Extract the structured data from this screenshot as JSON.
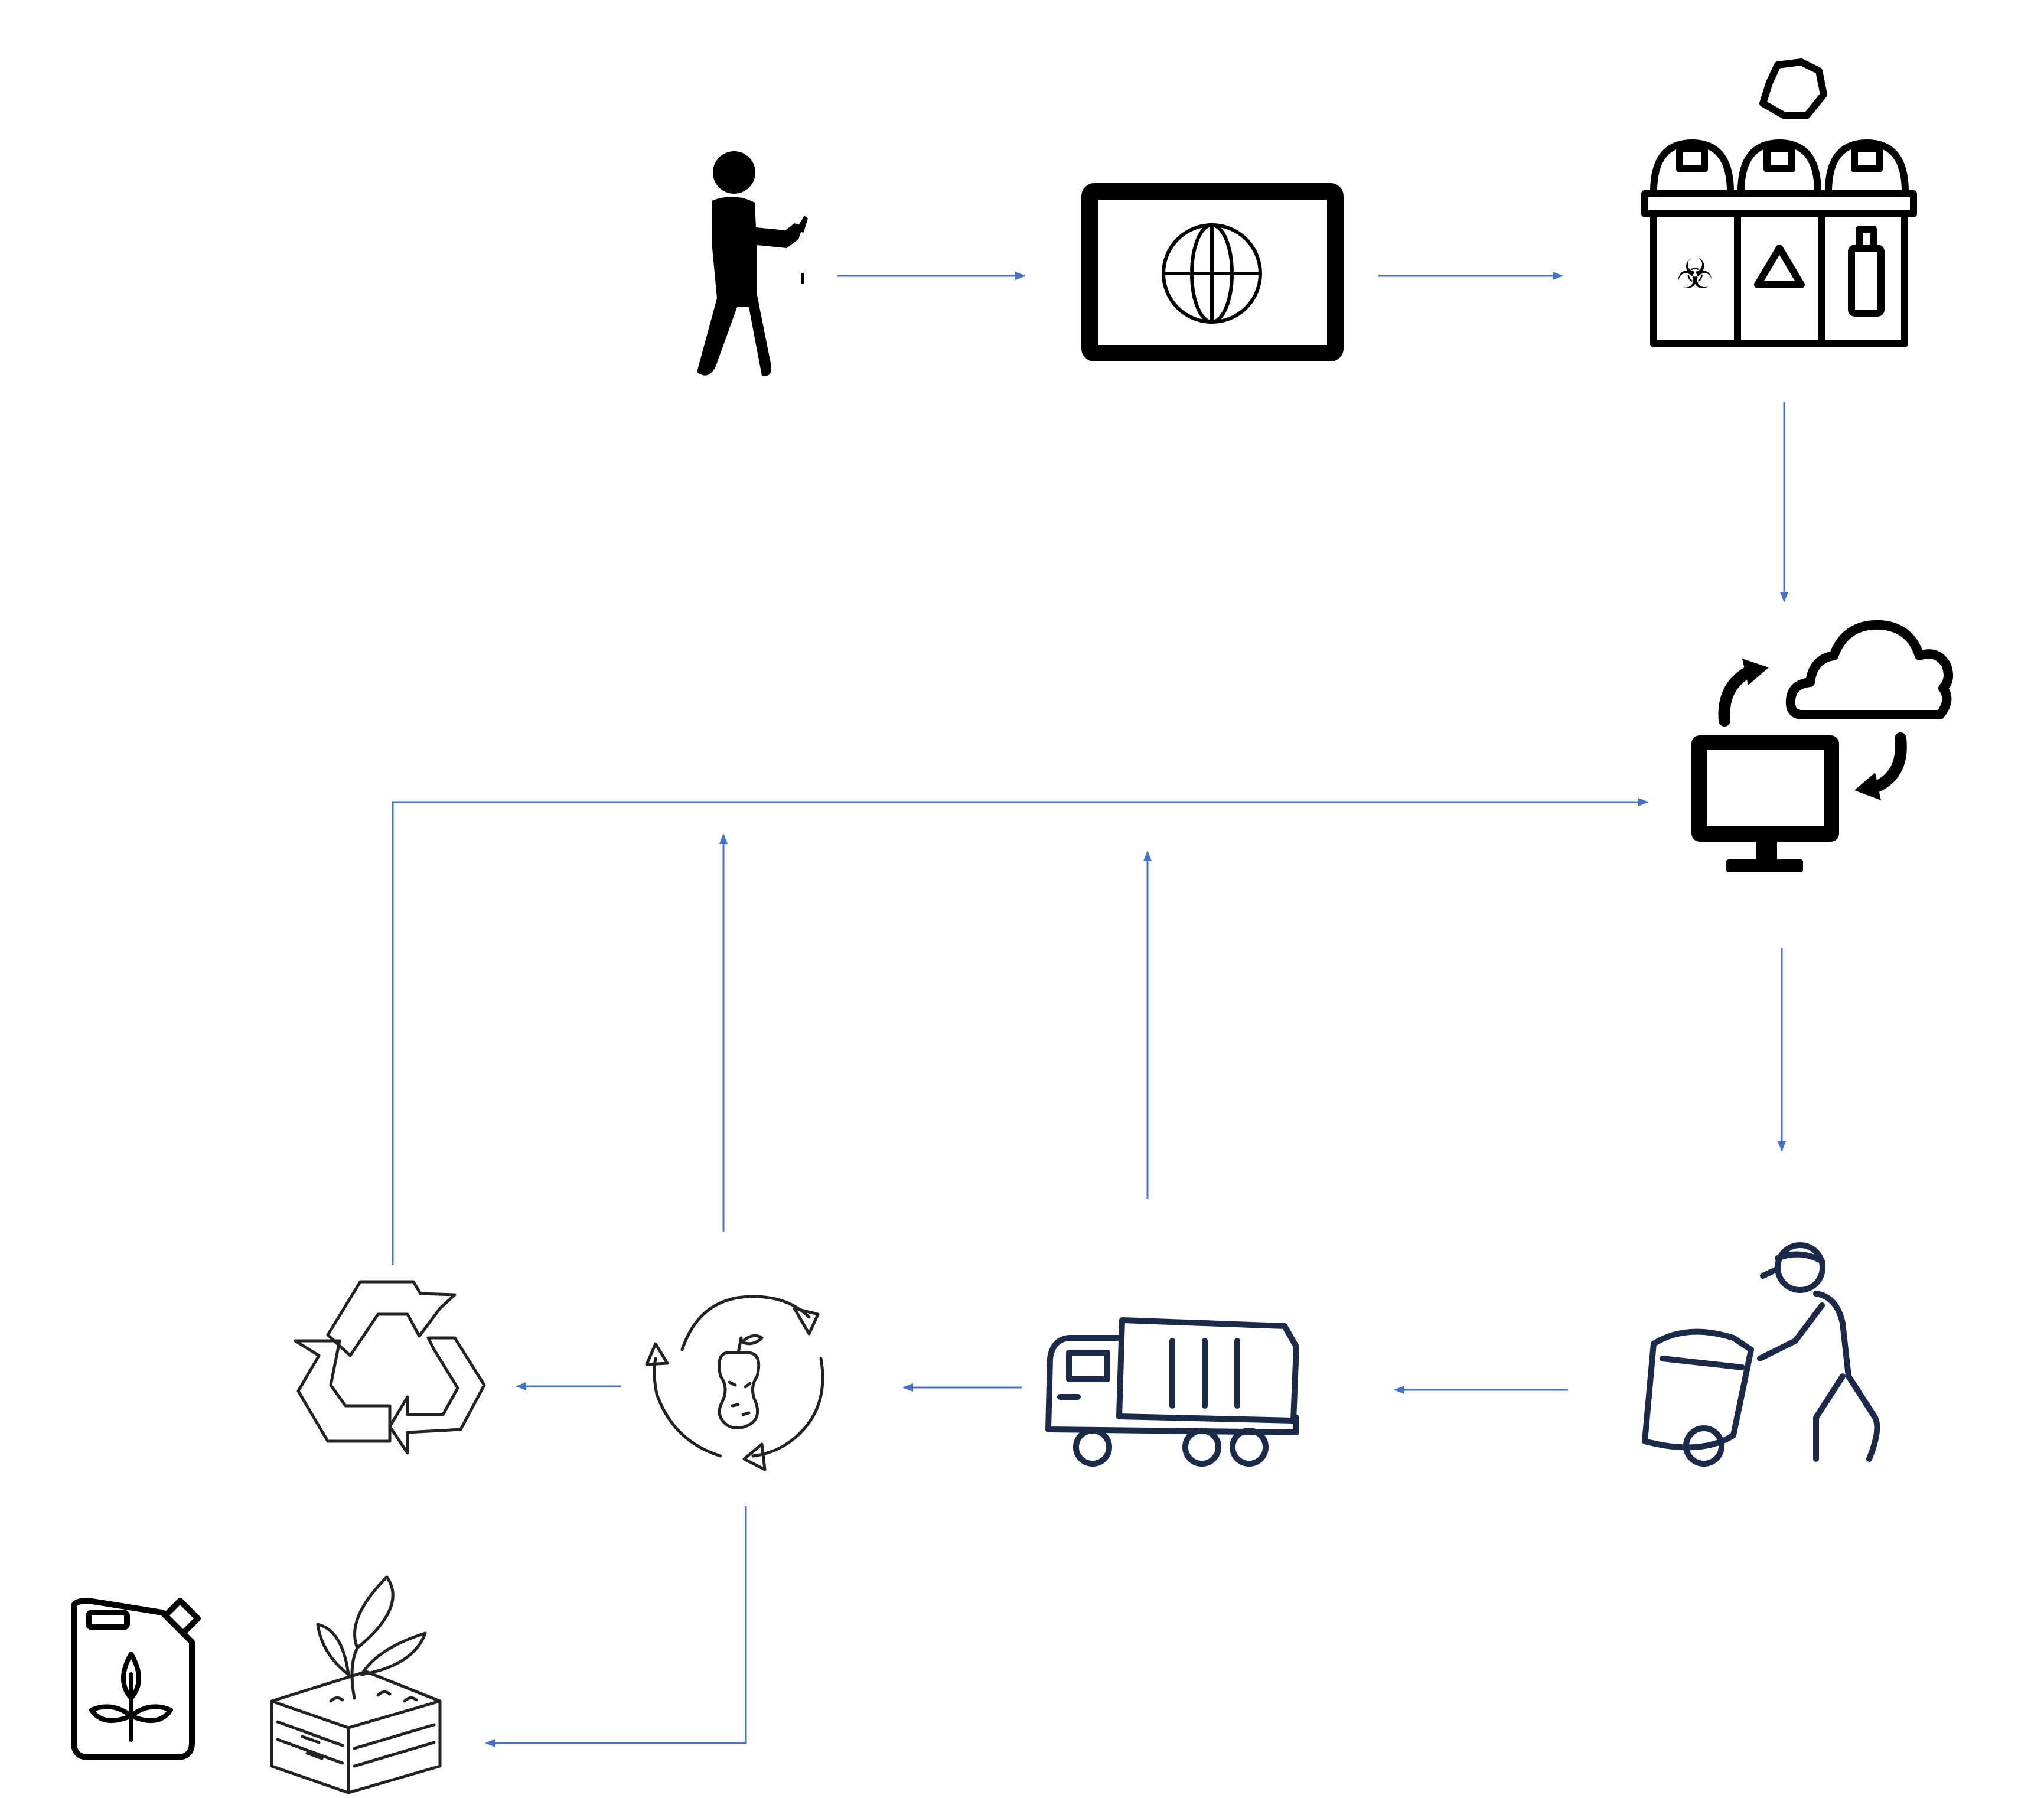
{
  "diagram": {
    "colors": {
      "connector": "#4472c4",
      "icon": "#000000",
      "icon_navy": "#1b2a48"
    },
    "nodes": [
      {
        "id": "person-dropping-waste",
        "icon": "person-icon"
      },
      {
        "id": "web-portal",
        "icon": "globe-screen-icon"
      },
      {
        "id": "segregated-bins",
        "icon": "waste-bins-icon"
      },
      {
        "id": "cloud-computer",
        "icon": "cloud-sync-computer-icon"
      },
      {
        "id": "waste-collector",
        "icon": "worker-with-bin-icon"
      },
      {
        "id": "garbage-truck",
        "icon": "truck-icon"
      },
      {
        "id": "organic-processing",
        "icon": "apple-core-cycle-icon"
      },
      {
        "id": "recycling",
        "icon": "recycle-icon"
      },
      {
        "id": "compost-soil",
        "icon": "soil-sprout-icon"
      },
      {
        "id": "bio-fuel",
        "icon": "fuel-can-leaf-icon"
      }
    ],
    "edges": [
      {
        "from": "person-dropping-waste",
        "to": "web-portal"
      },
      {
        "from": "web-portal",
        "to": "segregated-bins"
      },
      {
        "from": "segregated-bins",
        "to": "cloud-computer"
      },
      {
        "from": "cloud-computer",
        "to": "waste-collector"
      },
      {
        "from": "waste-collector",
        "to": "garbage-truck"
      },
      {
        "from": "garbage-truck",
        "to": "organic-processing"
      },
      {
        "from": "organic-processing",
        "to": "recycling"
      },
      {
        "from": "organic-processing",
        "to": "compost-soil"
      },
      {
        "from": "garbage-truck",
        "to": "cloud-computer"
      },
      {
        "from": "organic-processing",
        "to": "cloud-computer"
      },
      {
        "from": "recycling",
        "to": "cloud-computer"
      }
    ]
  }
}
